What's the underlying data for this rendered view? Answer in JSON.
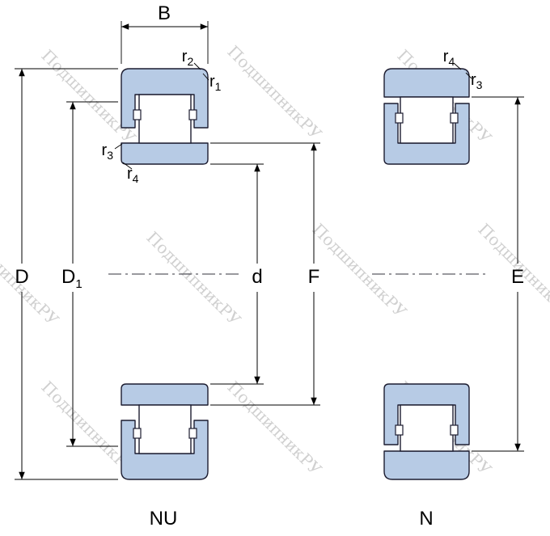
{
  "watermark": {
    "text": "ПодшипникРУ",
    "color": "#c8c8c8"
  },
  "colors": {
    "bearing_fill": "#b7cbe5",
    "outline": "#1c1c30"
  },
  "dimensions": {
    "B": {
      "label": "B"
    },
    "D": {
      "label": "D"
    },
    "D1": {
      "base": "D",
      "sub": "1"
    },
    "d": {
      "label": "d"
    },
    "F": {
      "label": "F"
    },
    "E": {
      "label": "E"
    }
  },
  "radii": {
    "r1": {
      "base": "r",
      "sub": "1"
    },
    "r2": {
      "base": "r",
      "sub": "2"
    },
    "r3": {
      "base": "r",
      "sub": "3"
    },
    "r4": {
      "base": "r",
      "sub": "4"
    }
  },
  "views": {
    "left": {
      "label": "NU"
    },
    "right": {
      "label": "N"
    }
  }
}
